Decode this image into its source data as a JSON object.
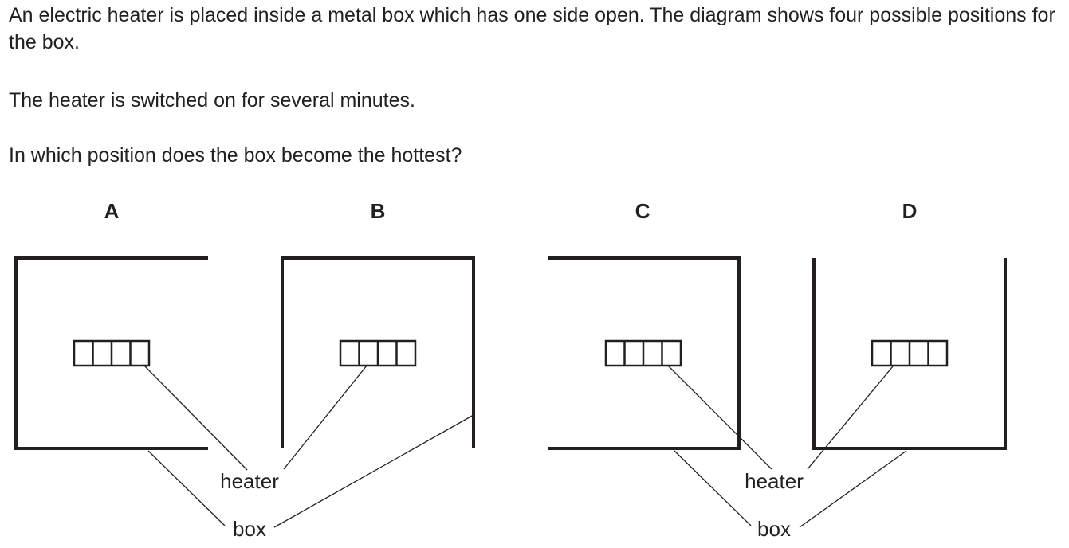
{
  "question": {
    "intro": "An electric heater is placed inside a metal box which has one side open. The diagram shows four possible positions for the box.",
    "statement": "The heater is switched on for several minutes.",
    "prompt": "In which position does the box become the hottest?"
  },
  "options": [
    "A",
    "B",
    "C",
    "D"
  ],
  "labels": {
    "heater": "heater",
    "box": "box"
  },
  "colors": {
    "ink": "#231f20",
    "background": "#ffffff"
  }
}
